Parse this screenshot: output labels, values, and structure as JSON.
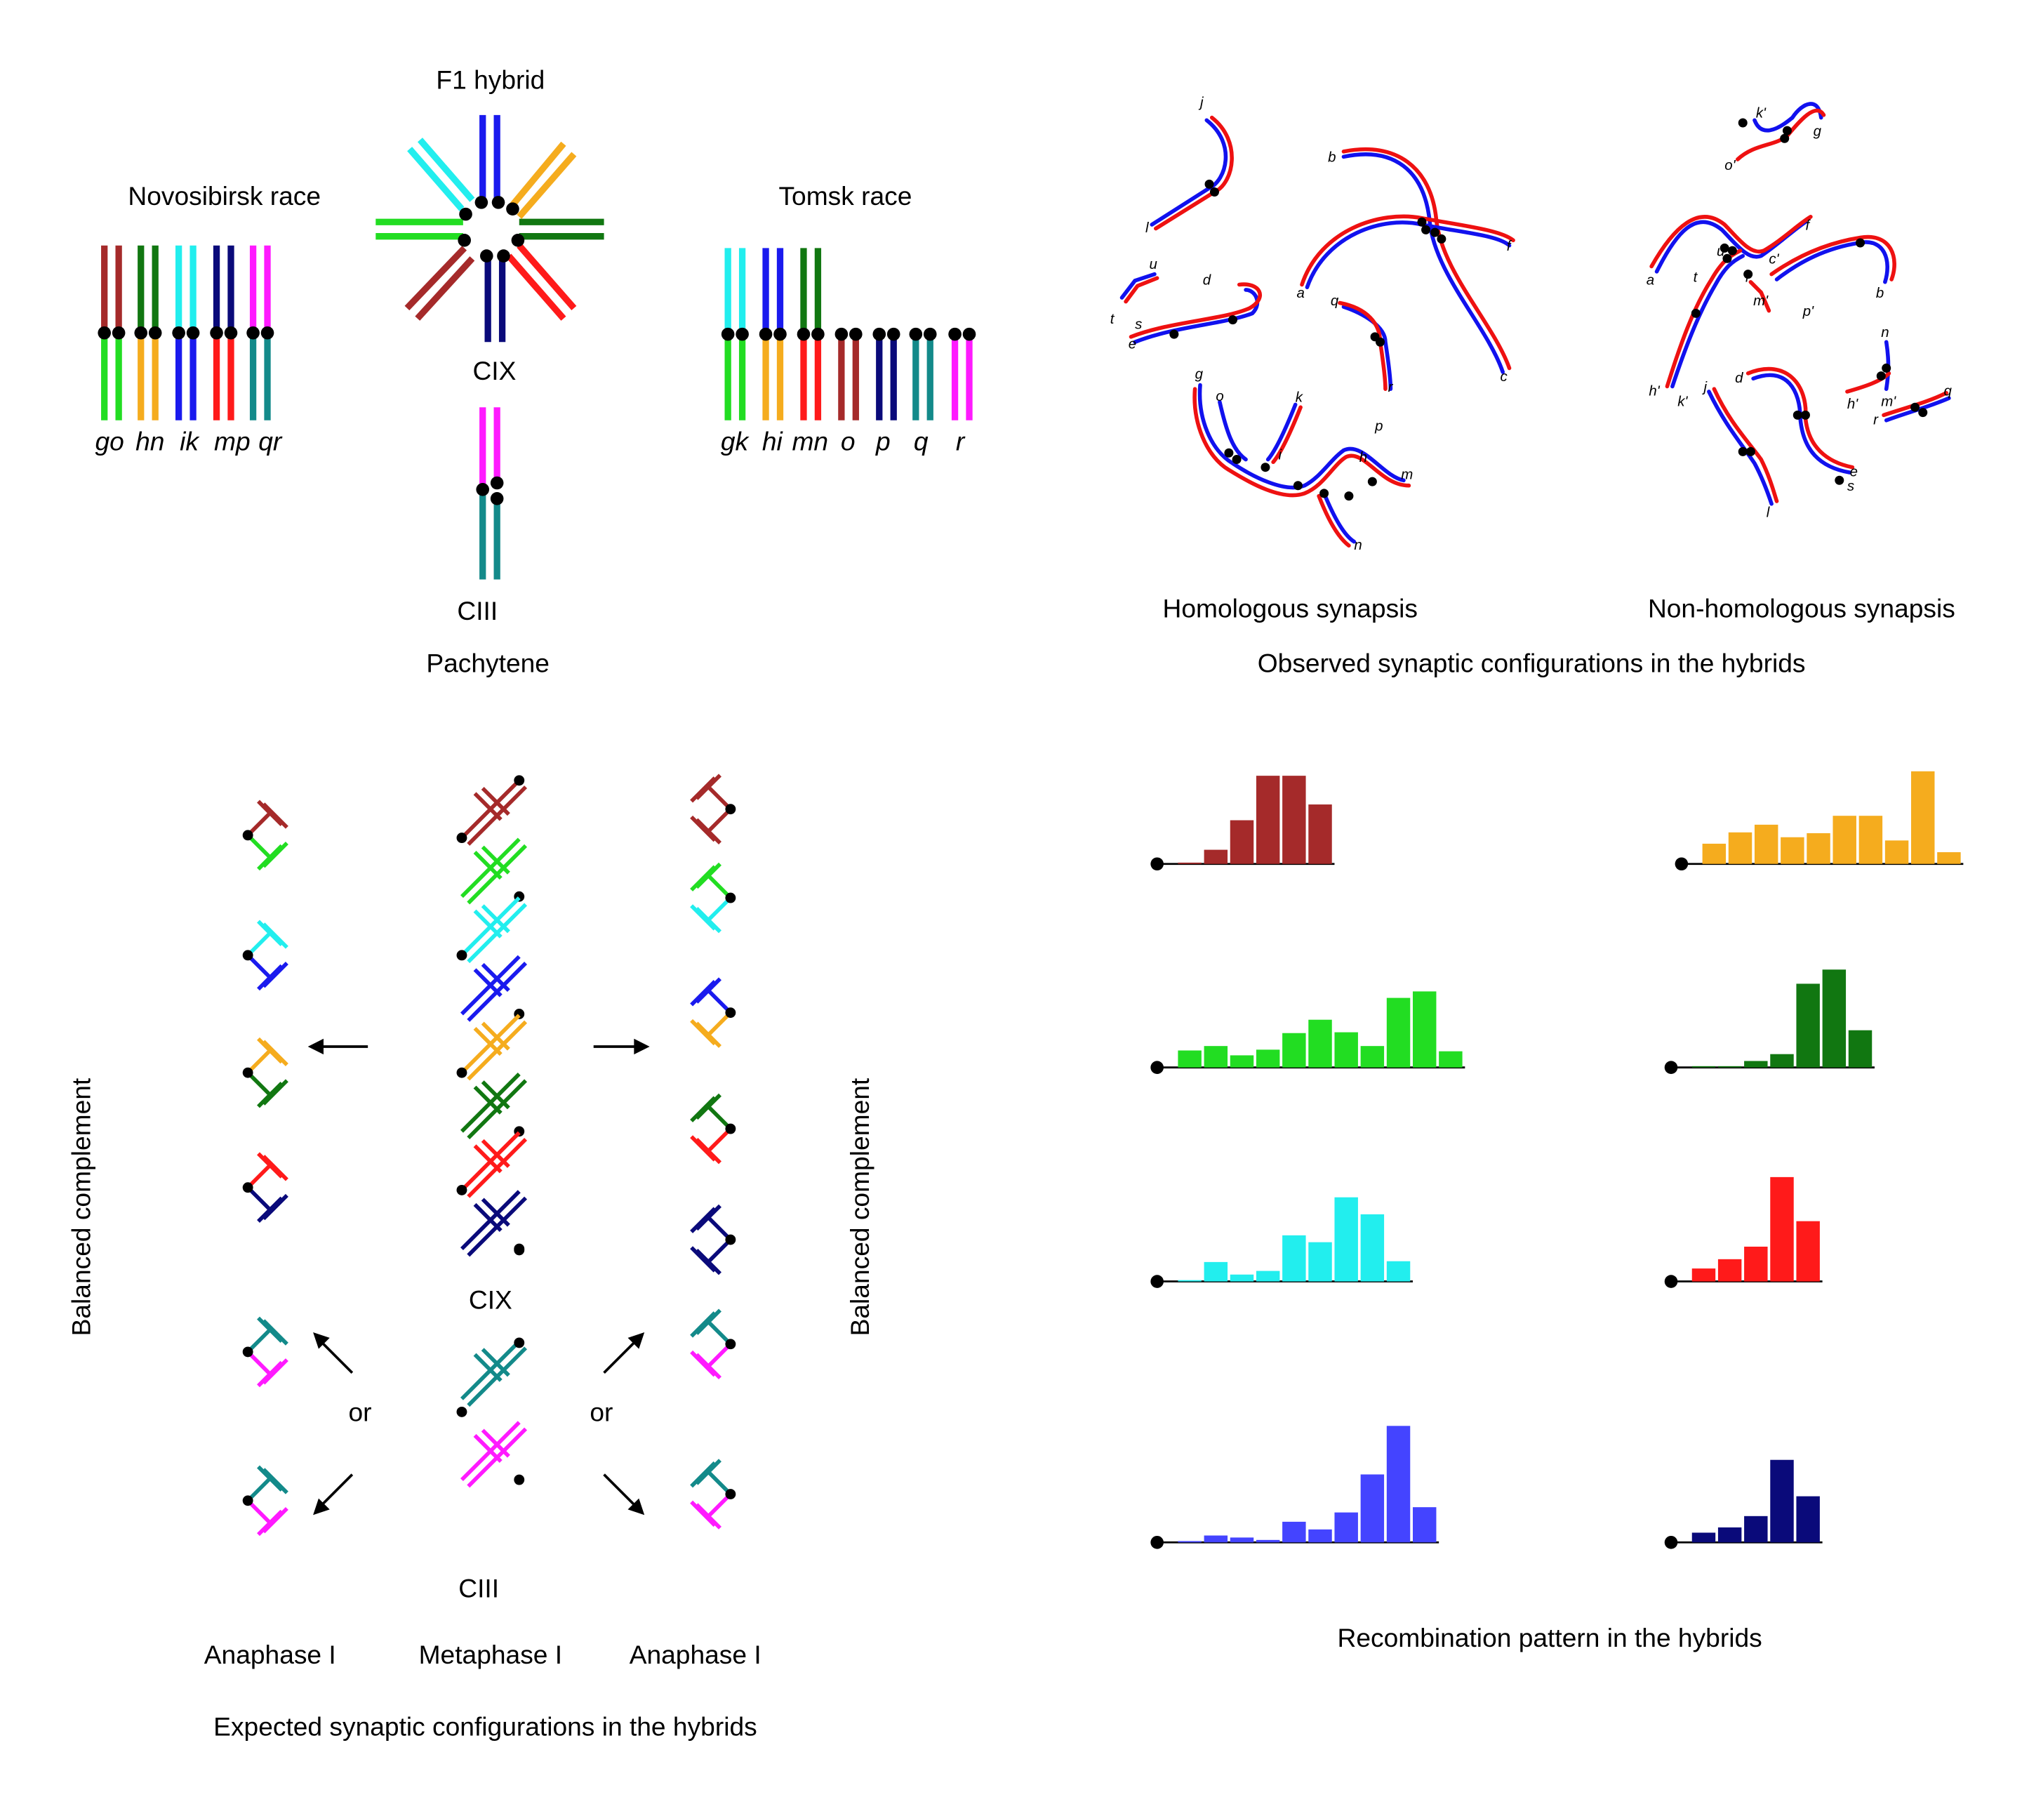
{
  "colors": {
    "brown": "#a52a2a",
    "green": "#22dd22",
    "dkgreen": "#117711",
    "cyan": "#22eeee",
    "blue": "#1a1aee",
    "orange": "#f5ac1e",
    "red": "#ff1a1a",
    "navy": "#0a0a7a",
    "teal": "#138a8a",
    "magenta": "#ff1aff",
    "bar_blue": "#4444ff",
    "strand_red": "#ee1111",
    "strand_blue": "#1111ee"
  },
  "pachytene": {
    "title": "Pachytene",
    "novosibirsk": {
      "title": "Novosibirsk race",
      "labels": [
        "go",
        "hn",
        "ik",
        "mp",
        "qr"
      ]
    },
    "hybrid": {
      "title": "F1 hybrid",
      "cix_label": "CIX",
      "ciii_label": "CIII"
    },
    "tomsk": {
      "title": "Tomsk race",
      "labels": [
        "gk",
        "hi",
        "mn",
        "o",
        "p",
        "q",
        "r"
      ]
    }
  },
  "observed": {
    "title": "Observed  synaptic configurations in the hybrids",
    "homologous_label": "Homologous synapsis",
    "nonhomologous_label": "Non-homologous synapsis",
    "homologous_letters": [
      "j",
      "l",
      "b",
      "f",
      "a",
      "c",
      "u",
      "t",
      "s",
      "e",
      "d",
      "q",
      "r",
      "g",
      "o",
      "k",
      "i",
      "p",
      "h",
      "m",
      "n"
    ],
    "nonhomologous_letters": [
      "k'",
      "g",
      "o'",
      "f",
      "a",
      "u",
      "t",
      "i",
      "c'",
      "m'",
      "p'",
      "b",
      "n",
      "h'",
      "k'",
      "j",
      "d",
      "l",
      "e",
      "s",
      "h'",
      "m'",
      "r",
      "q"
    ]
  },
  "expected": {
    "title": "Expected synaptic configurations  in the hybrids",
    "balanced_left": "Balanced complement",
    "balanced_right": "Balanced complement",
    "cix_label": "CIX",
    "ciii_label": "CIII",
    "or_label": "or",
    "anaphase_left": "Anaphase I",
    "metaphase": "Metaphase I",
    "anaphase_right": "Anaphase I"
  },
  "recombination": {
    "title": "Recombination  pattern in the hybrids"
  },
  "chart_data": [
    {
      "type": "bar",
      "color": "brown",
      "values": [
        0.03,
        0.35,
        1.08,
        2.18,
        2.18,
        1.47
      ]
    },
    {
      "type": "bar",
      "color": "orange",
      "values": [
        0.5,
        0.78,
        0.97,
        0.66,
        0.76,
        1.19,
        1.19,
        0.58,
        2.29,
        0.29
      ]
    },
    {
      "type": "bar",
      "color": "green",
      "values": [
        0.42,
        0.53,
        0.3,
        0.44,
        0.85,
        1.18,
        0.87,
        0.53,
        1.72,
        1.88,
        0.4
      ]
    },
    {
      "type": "bar",
      "color": "dkgreen",
      "values": [
        0.03,
        0.0,
        0.16,
        0.33,
        2.07,
        2.42,
        0.92
      ]
    },
    {
      "type": "bar",
      "color": "cyan",
      "values": [
        0.03,
        0.48,
        0.17,
        0.26,
        1.14,
        0.97,
        2.08,
        1.66,
        0.5
      ]
    },
    {
      "type": "bar",
      "color": "red",
      "values": [
        0.32,
        0.55,
        0.86,
        2.58,
        1.49
      ]
    },
    {
      "type": "bar",
      "color": "bar_blue",
      "values": [
        0.03,
        0.17,
        0.12,
        0.06,
        0.51,
        0.32,
        0.74,
        1.68,
        2.88,
        0.87
      ]
    },
    {
      "type": "bar",
      "color": "navy",
      "values": [
        0.24,
        0.37,
        0.65,
        2.04,
        1.14
      ]
    }
  ]
}
